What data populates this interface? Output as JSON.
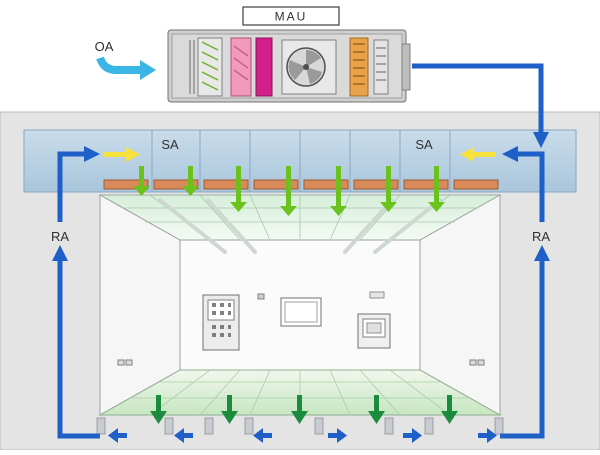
{
  "labels": {
    "mau": "MAU",
    "oa": "OA",
    "sa_left": "SA",
    "sa_right": "SA",
    "ra_left": "RA",
    "ra_right": "RA"
  },
  "colors": {
    "duct_blue": "#1f5fc8",
    "oa_cyan": "#39b6e6",
    "supply_green": "#6cc21d",
    "floor_green": "#1b8b3e",
    "sa_yellow": "#f5e23a",
    "hepa_orange": "#d98a5a",
    "plenum_blue": "#b9d2e4",
    "wall_gray": "#e2e2e2",
    "mau_gray": "#cfcfcf"
  },
  "diagram": {
    "mau_components": [
      "filter",
      "heater",
      "coil",
      "fan-icon",
      "humidifier",
      "damper"
    ],
    "ceiling_outlets": 8,
    "floor_returns": 8
  }
}
